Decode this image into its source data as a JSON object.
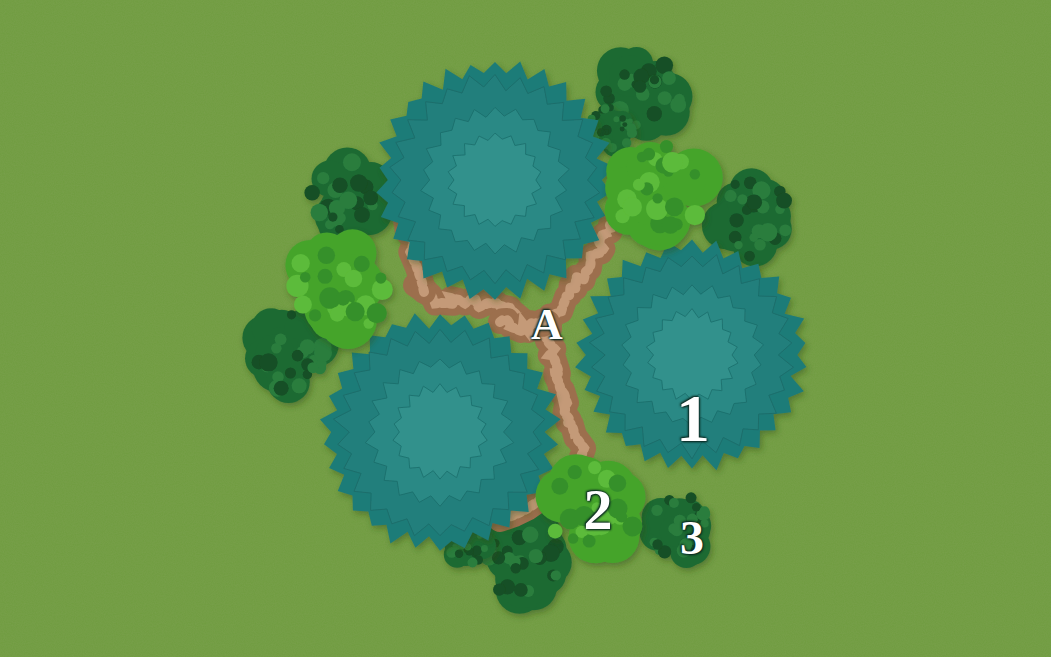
{
  "diagram": {
    "labels": [
      "A",
      "1",
      "2",
      "3"
    ]
  }
}
